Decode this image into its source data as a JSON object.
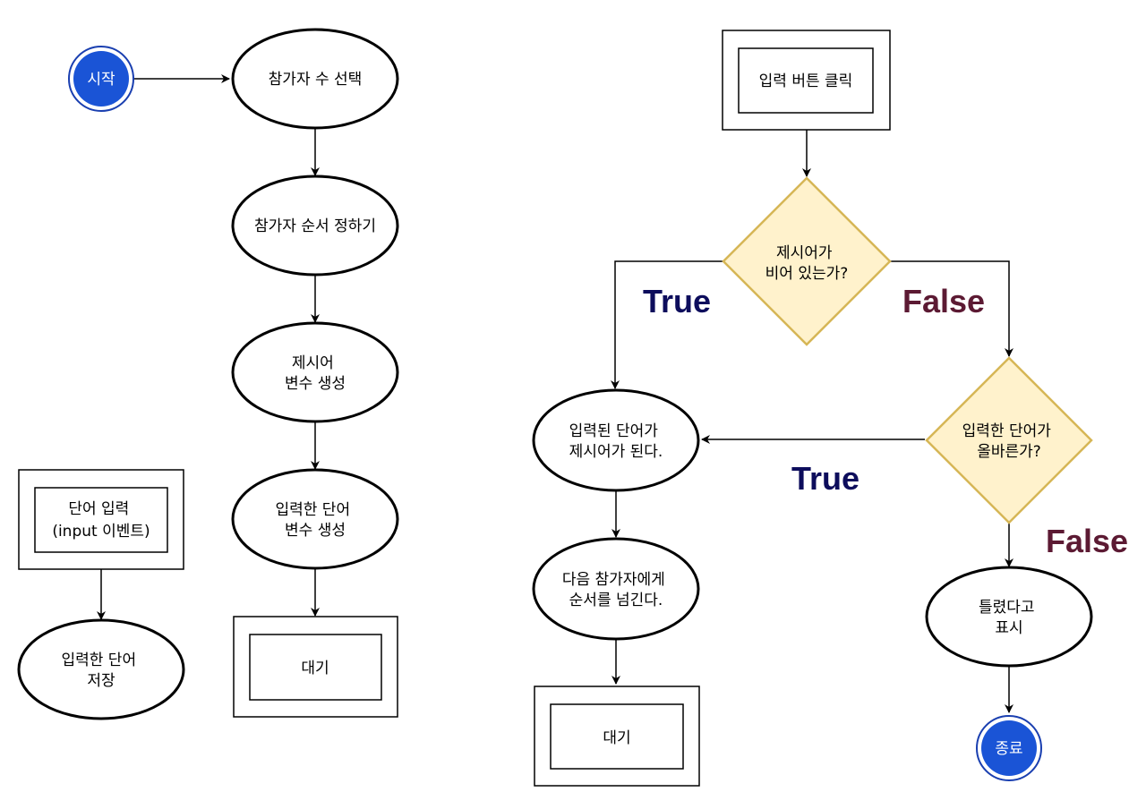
{
  "colors": {
    "terminal_fill": "#1a54d6",
    "terminal_stroke": "#1a3fb0",
    "decision_fill": "#fff2cc",
    "decision_stroke": "#d6b656",
    "true_label": "#0d0d5c",
    "false_label": "#5c1a33"
  },
  "nodes": {
    "start": {
      "label": "시작"
    },
    "select_participants": {
      "label": "참가자 수 선택"
    },
    "set_order": {
      "label": "참가자 순서 정하기"
    },
    "suggest_var": {
      "lines": [
        "제시어",
        "변수 생성"
      ]
    },
    "input_var": {
      "lines": [
        "입력한 단어",
        "변수 생성"
      ]
    },
    "wait_left": {
      "label": "대기"
    },
    "word_input": {
      "lines": [
        "단어 입력",
        "(input 이벤트)"
      ]
    },
    "save_word": {
      "lines": [
        "입력한 단어",
        "저장"
      ]
    },
    "click_input": {
      "label": "입력 버튼 클릭"
    },
    "is_empty": {
      "lines": [
        "제시어가",
        "비어 있는가?"
      ]
    },
    "is_correct": {
      "lines": [
        "입력한 단어가",
        "올바른가?"
      ]
    },
    "becomes_suggest": {
      "lines": [
        "입력된 단어가",
        "제시어가 된다."
      ]
    },
    "pass_turn": {
      "lines": [
        "다음 참가자에게",
        "순서를 넘긴다."
      ]
    },
    "wait_right": {
      "label": "대기"
    },
    "show_wrong": {
      "lines": [
        "틀렸다고",
        "표시"
      ]
    },
    "end": {
      "label": "종료"
    }
  },
  "edge_labels": {
    "empty_true": "True",
    "empty_false": "False",
    "correct_true": "True",
    "correct_false": "False"
  }
}
